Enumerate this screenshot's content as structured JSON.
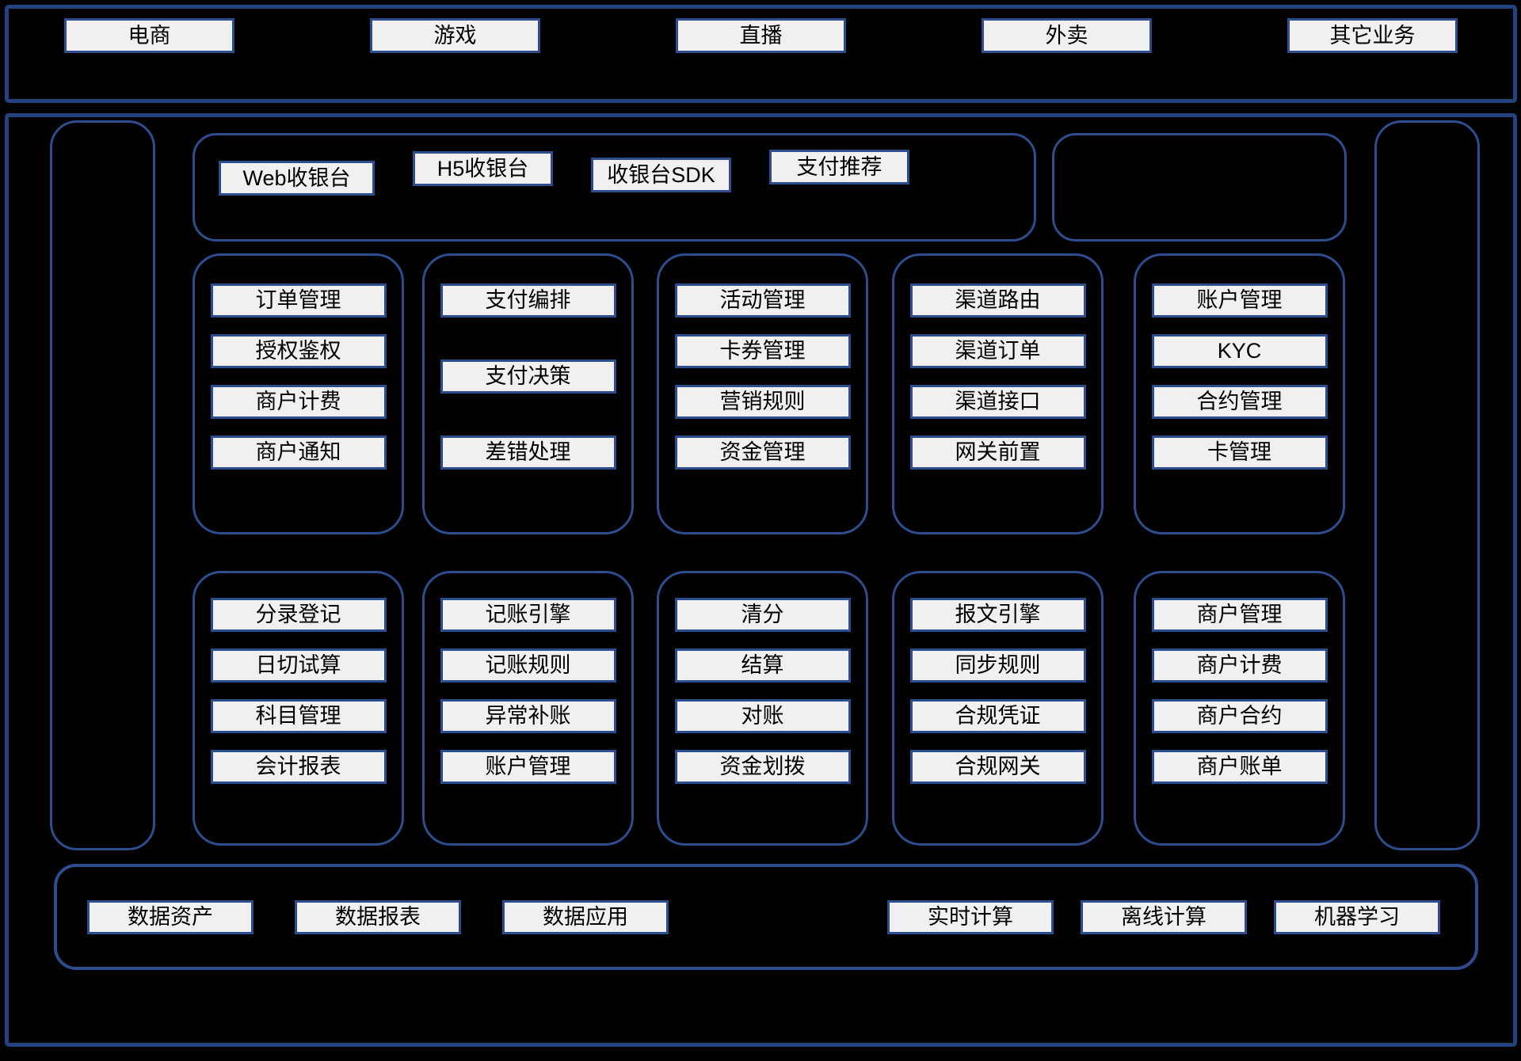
{
  "colors": {
    "background": "#000000",
    "outer_border": "#24437e",
    "inner_border": "#2e4d8e",
    "box_fill": "#f0f0f0",
    "text": "#000000"
  },
  "business": {
    "items": [
      "电商",
      "游戏",
      "直播",
      "外卖",
      "其它业务"
    ]
  },
  "cashier": {
    "items": [
      "Web收银台",
      "H5收银台",
      "收银台SDK",
      "支付推荐"
    ]
  },
  "middle": {
    "columns": [
      {
        "items": [
          "订单管理",
          "授权鉴权",
          "商户计费",
          "商户通知"
        ]
      },
      {
        "items": [
          "支付编排",
          "支付决策",
          "差错处理"
        ]
      },
      {
        "items": [
          "活动管理",
          "卡券管理",
          "营销规则",
          "资金管理"
        ]
      },
      {
        "items": [
          "渠道路由",
          "渠道订单",
          "渠道接口",
          "网关前置"
        ]
      },
      {
        "items": [
          "账户管理",
          "KYC",
          "合约管理",
          "卡管理"
        ]
      }
    ]
  },
  "accounting": {
    "columns": [
      {
        "items": [
          "分录登记",
          "日切试算",
          "科目管理",
          "会计报表"
        ]
      },
      {
        "items": [
          "记账引擎",
          "记账规则",
          "异常补账",
          "账户管理"
        ]
      },
      {
        "items": [
          "清分",
          "结算",
          "对账",
          "资金划拨"
        ]
      },
      {
        "items": [
          "报文引擎",
          "同步规则",
          "合规凭证",
          "合规网关"
        ]
      },
      {
        "items": [
          "商户管理",
          "商户计费",
          "商户合约",
          "商户账单"
        ]
      }
    ]
  },
  "data_layer": {
    "left_items": [
      "数据资产",
      "数据报表",
      "数据应用"
    ],
    "right_items": [
      "实时计算",
      "离线计算",
      "机器学习"
    ]
  }
}
